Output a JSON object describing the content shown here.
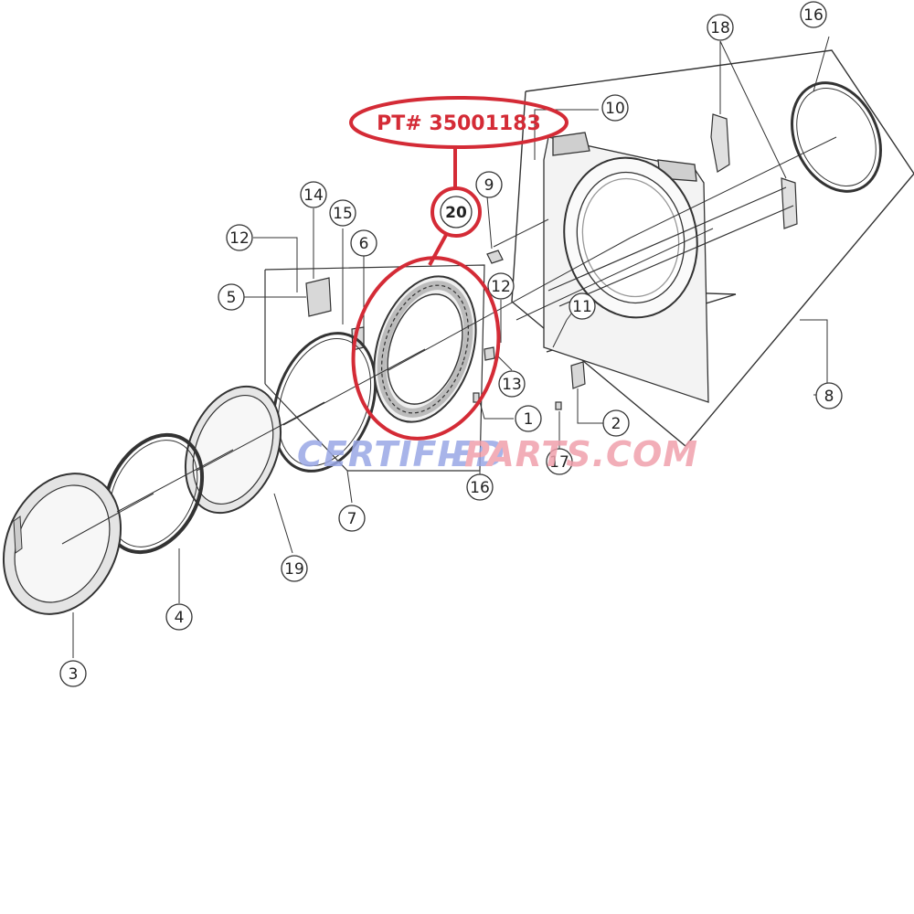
{
  "part_callout": {
    "label": "PT# 35001183",
    "item_number": "20",
    "highlight_color": "#d42b36"
  },
  "callouts": [
    "1",
    "2",
    "3",
    "4",
    "5",
    "6",
    "7",
    "8",
    "9",
    "10",
    "11",
    "12",
    "12",
    "13",
    "14",
    "15",
    "16",
    "16",
    "17",
    "18",
    "19"
  ],
  "watermark": {
    "part1": "CERTIFIED",
    "dash": "-",
    "part2": "PARTS.COM",
    "color1": "#9aa8e6",
    "color2": "#f0a0ac"
  }
}
